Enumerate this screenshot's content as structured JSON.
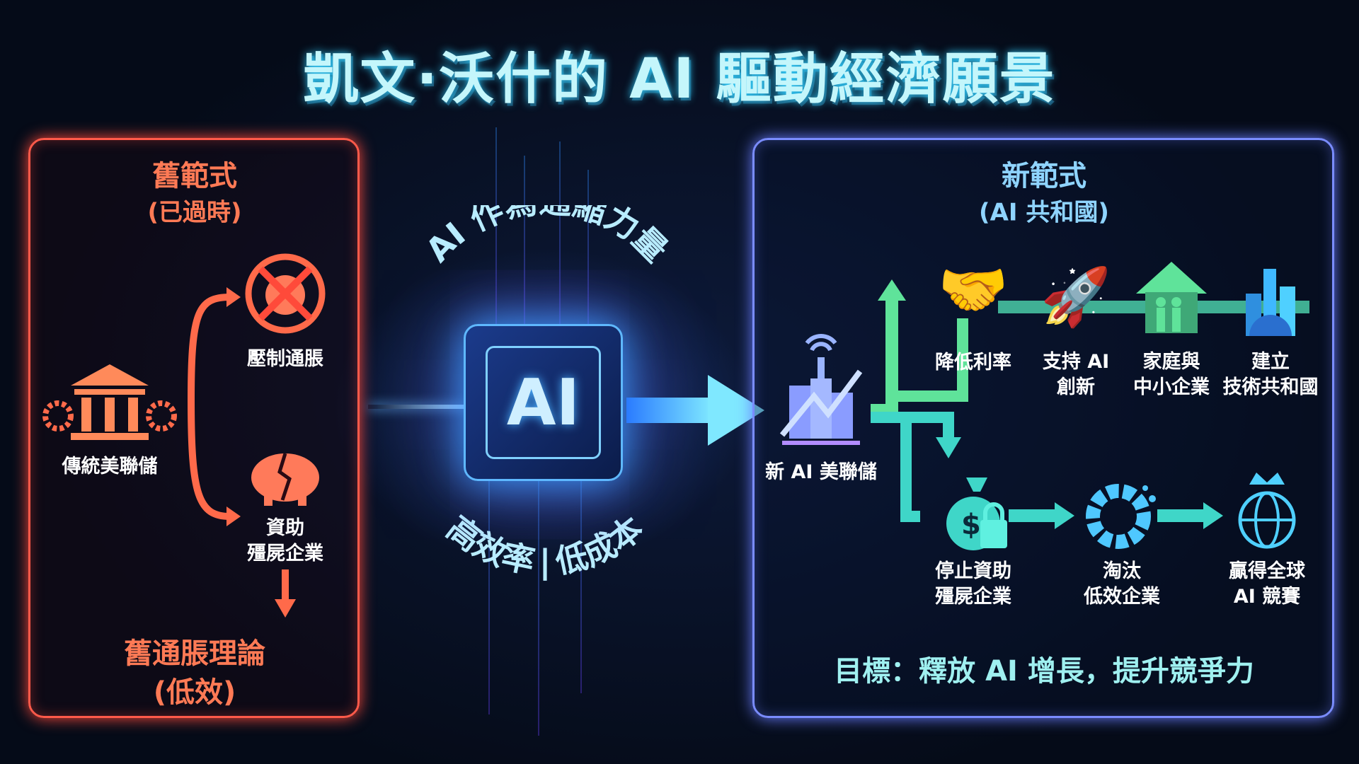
{
  "title": "凱文·沃什的 AI 驅動經濟願景",
  "old": {
    "heading": "舊範式",
    "subheading": "(已過時)",
    "fed": "傳統美聯儲",
    "suppress": "壓制通脹",
    "subsidy": [
      "資助",
      "殭屍企業"
    ],
    "theory": "舊通脹理論",
    "theory_note": "(低效)"
  },
  "center": {
    "chip": "AI",
    "top_arc": "AI 作為通縮力量",
    "bottom_left": "高效率",
    "divider": "|",
    "bottom_right": "低成本"
  },
  "new": {
    "heading": "新範式",
    "subheading": "(AI 共和國)",
    "fed": "新 AI 美聯儲",
    "top": [
      {
        "l1": "降低利率",
        "l2": ""
      },
      {
        "l1": "支持 AI",
        "l2": "創新"
      },
      {
        "l1": "家庭與",
        "l2": "中小企業"
      },
      {
        "l1": "建立",
        "l2": "技術共和國"
      }
    ],
    "bottom": [
      {
        "l1": "停止資助",
        "l2": "殭屍企業"
      },
      {
        "l1": "淘汰",
        "l2": "低效企業"
      },
      {
        "l1": "贏得全球",
        "l2": "AI 競賽"
      }
    ],
    "goal": "目標：釋放 AI 增長，提升競爭力"
  },
  "colors": {
    "old": "#ff5a4a",
    "new": "#7a8cff",
    "green": "#5fe39a",
    "teal": "#3fd6c8"
  }
}
